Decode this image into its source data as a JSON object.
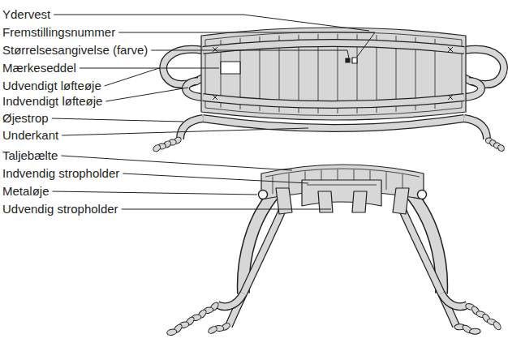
{
  "diagram": {
    "labels": [
      "Ydervest",
      "Fremstillingsnummer",
      "Størrelsesangivelse (farve)",
      "Mærkeseddel",
      "Udvendigt løfteøje",
      "Indvendigt løfteøje",
      "Øjestrop",
      "Underkant",
      "Taljebælte",
      "Indvendig stropholder",
      "Metaløje",
      "Udvendig stropholder"
    ]
  }
}
